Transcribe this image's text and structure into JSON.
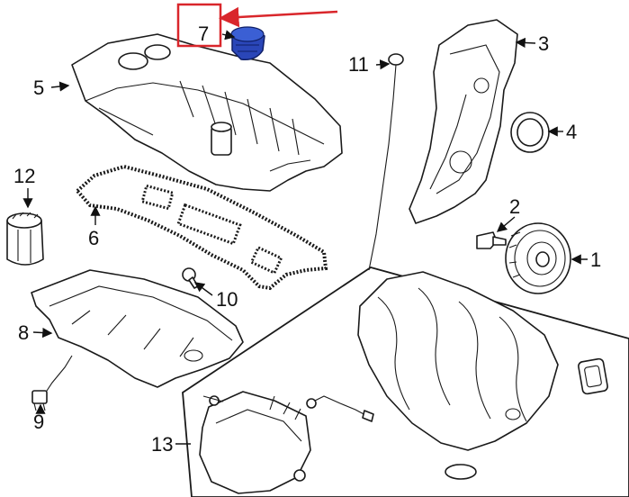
{
  "callouts": {
    "c1": "1",
    "c2": "2",
    "c3": "3",
    "c4": "4",
    "c5": "5",
    "c6": "6",
    "c7": "7",
    "c8": "8",
    "c9": "9",
    "c10": "10",
    "c11": "11",
    "c12": "12",
    "c13": "13"
  },
  "highlight": {
    "part": "7",
    "box_color": "#d9262b",
    "arrow_color": "#d9262b",
    "part_fill": "#2a46b8"
  }
}
